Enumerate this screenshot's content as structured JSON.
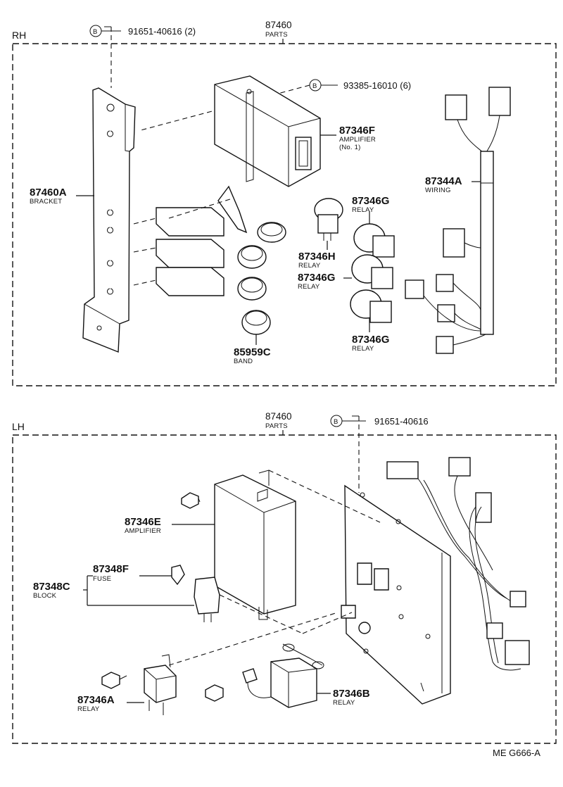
{
  "sections": {
    "rh": {
      "label": "RH",
      "parts_header": {
        "number": "87460",
        "name": "PARTS"
      },
      "bolt": {
        "symbol": "B",
        "number": "91651-40616 (2)"
      },
      "screw": {
        "symbol": "B",
        "number": "93385-16010 (6)"
      },
      "bracket": {
        "number": "87460A",
        "name": "BRACKET"
      },
      "amplifier": {
        "number": "87346F",
        "name": "AMPLIFIER",
        "sub": "(No. 1)"
      },
      "wiring": {
        "number": "87344A",
        "name": "WIRING"
      },
      "relay_h": {
        "number": "87346H",
        "name": "RELAY"
      },
      "relay_g1": {
        "number": "87346G",
        "name": "RELAY"
      },
      "relay_g2": {
        "number": "87346G",
        "name": "RELAY"
      },
      "relay_g3": {
        "number": "87346G",
        "name": "RELAY"
      },
      "band": {
        "number": "85959C",
        "name": "BAND"
      }
    },
    "lh": {
      "label": "LH",
      "parts_header": {
        "number": "87460",
        "name": "PARTS"
      },
      "bolt": {
        "symbol": "B",
        "number": "91651-40616"
      },
      "amplifier": {
        "number": "87346E",
        "name": "AMPLIFIER"
      },
      "fuse": {
        "number": "87348F",
        "name": "FUSE"
      },
      "block": {
        "number": "87348C",
        "name": "BLOCK"
      },
      "relay_a": {
        "number": "87346A",
        "name": "RELAY"
      },
      "relay_b": {
        "number": "87346B",
        "name": "RELAY"
      }
    }
  },
  "figure_code": "ME G666-A"
}
